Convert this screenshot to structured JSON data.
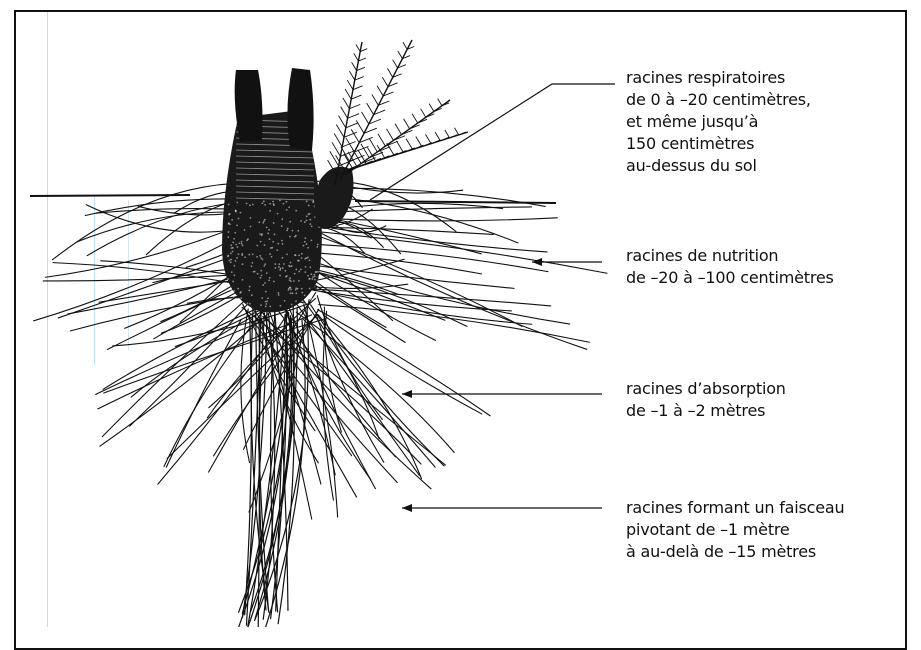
{
  "diagram": {
    "subject": "root-system-illustration",
    "labels": [
      {
        "id": "respiratory",
        "text": "racines respiratoires\nde 0 à –20 centimètres,\net même jusqu’à\n150 centimètres\nau-dessus du sol"
      },
      {
        "id": "nutrition",
        "text": "racines de nutrition\nde –20 à –100 centimètres"
      },
      {
        "id": "absorption",
        "text": "racines d’absorption\nde –1 à –2 mètres"
      },
      {
        "id": "taproot",
        "text": "racines formant un faisceau\npivotant de –1 mètre\nà au-delà de –15 mètres"
      }
    ],
    "colors": {
      "ink": "#111111",
      "background": "#ffffff"
    }
  }
}
